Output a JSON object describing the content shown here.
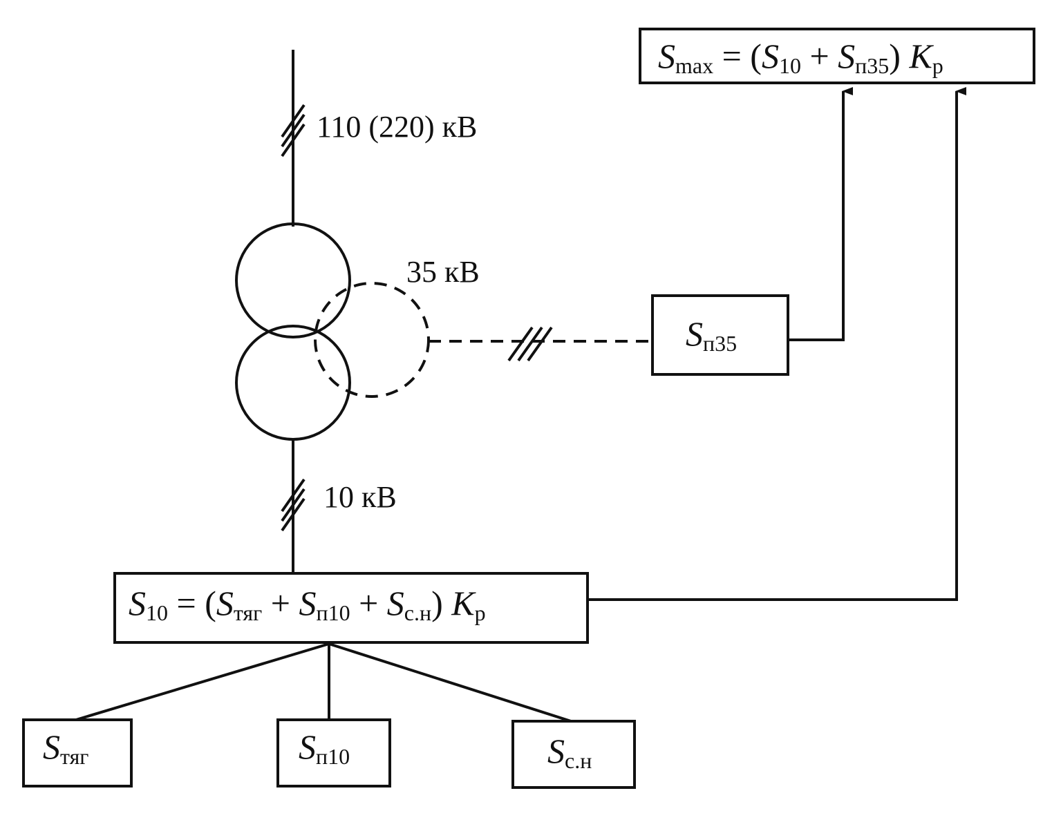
{
  "labels": {
    "hv": "110 (220) кВ",
    "mv": "35 кВ",
    "lv": "10 кВ"
  },
  "boxes": {
    "smax": {
      "s1": "S",
      "sub1": "max",
      "eq": " = (",
      "s2": "S",
      "sub2": "10",
      "plus": " + ",
      "s3": "S",
      "sub3": "п35",
      "close": ") ",
      "k": "K",
      "subk": "р"
    },
    "sp35": {
      "s": "S",
      "sub": "п35"
    },
    "s10": {
      "s1": "S",
      "sub1": "10",
      "eq": " = (",
      "s2": "S",
      "sub2": "тяг",
      "plus1": " + ",
      "s3": "S",
      "sub3": "п10",
      "plus2": " + ",
      "s4": "S",
      "sub4": "с.н",
      "close": ") ",
      "k": "K",
      "subk": "р"
    },
    "styag": {
      "s": "S",
      "sub": "тяг"
    },
    "sp10": {
      "s": "S",
      "sub": "п10"
    },
    "ssn": {
      "s": "S",
      "sub": "с.н"
    }
  }
}
